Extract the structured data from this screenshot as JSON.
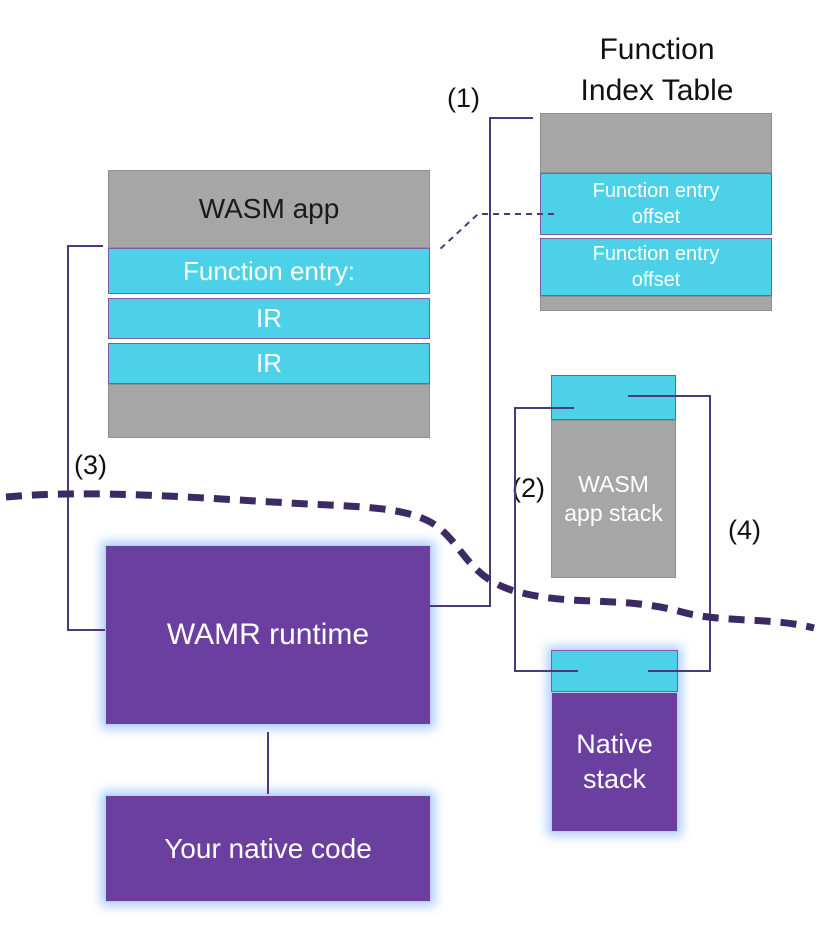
{
  "title": {
    "line1": "Function",
    "line2": "Index Table"
  },
  "labels": [
    "(1)",
    "(2)",
    "(3)",
    "(4)"
  ],
  "function_index_table": {
    "rows": [
      "Function entry offset",
      "Function entry offset"
    ]
  },
  "wasm_app": {
    "header": "WASM app",
    "rows": [
      "Function entry:",
      "IR",
      "IR"
    ]
  },
  "wamr_runtime": {
    "label": "WAMR runtime"
  },
  "native_code": {
    "label": "Your native code"
  },
  "wasm_app_stack": {
    "label": "WASM app stack"
  },
  "native_stack": {
    "label": "Native stack"
  },
  "colors": {
    "gray": "#a6a6a6",
    "cyan": "#4dd1e8",
    "purple": "#6a3fa0",
    "line": "#4a3a78",
    "divider": "#3b2a63"
  }
}
